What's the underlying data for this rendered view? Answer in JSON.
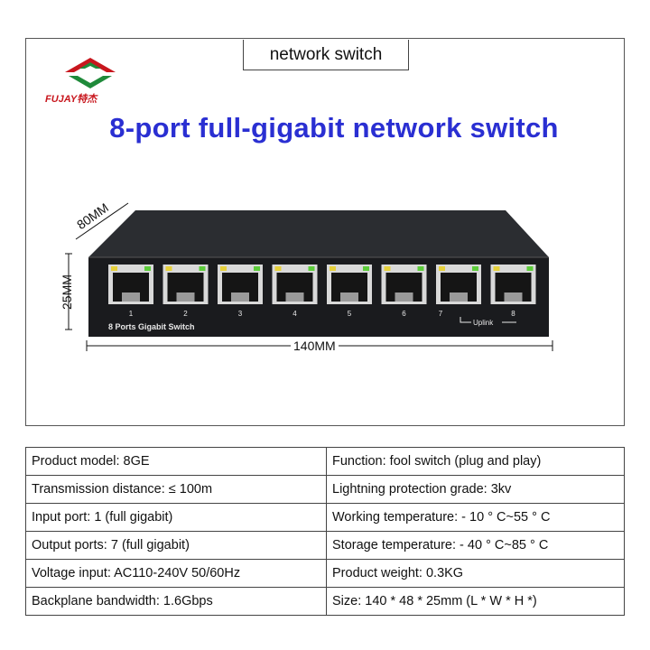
{
  "header": {
    "title": "network switch",
    "headline": "8-port full-gigabit network switch"
  },
  "brand": {
    "logo_text": "FUJAY特杰",
    "colors": {
      "red": "#c8161d",
      "green": "#1f8a3a",
      "blue": "#2a2fd2"
    }
  },
  "product": {
    "front_label": "8 Ports Gigabit Switch",
    "uplink_label": "Uplink",
    "port_numbers": [
      "1",
      "2",
      "3",
      "4",
      "5",
      "6",
      "7",
      "8"
    ],
    "dimensions": {
      "depth": "80MM",
      "height": "25MM",
      "width": "140MM"
    }
  },
  "specs": [
    {
      "left": "Product model: 8GE",
      "right": "Function: fool switch (plug and play)"
    },
    {
      "left": "Transmission distance: ≤ 100m",
      "right": "Lightning protection grade: 3kv"
    },
    {
      "left": "Input port: 1 (full gigabit)",
      "right": "Working temperature: - 10 ° C~55 ° C"
    },
    {
      "left": "Output ports: 7 (full gigabit)",
      "right": "Storage temperature: - 40 ° C~85 ° C"
    },
    {
      "left": "Voltage input: AC110-240V 50/60Hz",
      "right": "Product weight: 0.3KG"
    },
    {
      "left": "Backplane bandwidth: 1.6Gbps",
      "right": "Size: 140 * 48 * 25mm (L * W * H *)"
    }
  ]
}
